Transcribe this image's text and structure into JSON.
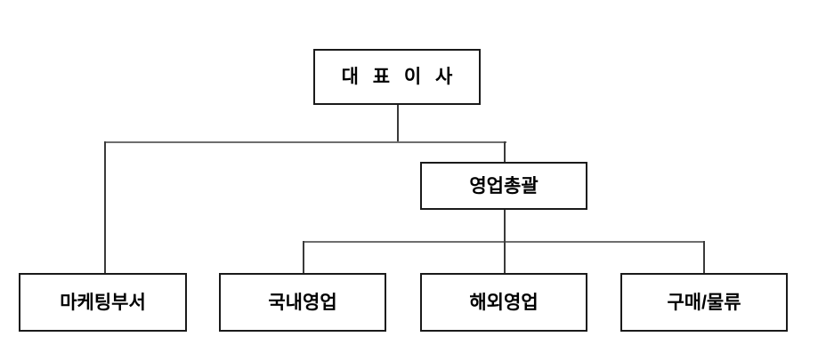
{
  "chart_data": {
    "type": "diagram",
    "diagram_kind": "organization-chart",
    "title": "",
    "orientation": "top-down",
    "nodes": [
      {
        "id": "ceo",
        "label": "대 표 이 사",
        "level": 0,
        "parent": null
      },
      {
        "id": "sales_head",
        "label": "영업총괄",
        "level": 1,
        "parent": "ceo"
      },
      {
        "id": "marketing",
        "label": "마케팅부서",
        "level": 2,
        "parent": "ceo"
      },
      {
        "id": "domestic",
        "label": "국내영업",
        "level": 2,
        "parent": "sales_head"
      },
      {
        "id": "overseas",
        "label": "해외영업",
        "level": 2,
        "parent": "sales_head"
      },
      {
        "id": "logistics",
        "label": "구매/물류",
        "level": 2,
        "parent": "sales_head"
      }
    ],
    "edges": [
      {
        "from": "ceo",
        "to": "sales_head"
      },
      {
        "from": "ceo",
        "to": "marketing"
      },
      {
        "from": "sales_head",
        "to": "domestic"
      },
      {
        "from": "sales_head",
        "to": "overseas"
      },
      {
        "from": "sales_head",
        "to": "logistics"
      }
    ],
    "colors": {
      "background": "#ffffff",
      "node_border": "#1a1a1a",
      "node_fill": "#ffffff",
      "text": "#000000",
      "connector_vertical": "#3a3a3a",
      "connector_horizontal": "#6e6e6e"
    }
  },
  "nodes": {
    "ceo": {
      "label": "대 표 이 사"
    },
    "sales_head": {
      "label": "영업총괄"
    },
    "marketing": {
      "label": "마케팅부서"
    },
    "domestic": {
      "label": "국내영업"
    },
    "overseas": {
      "label": "해외영업"
    },
    "logistics": {
      "label": "구매/물류"
    }
  }
}
